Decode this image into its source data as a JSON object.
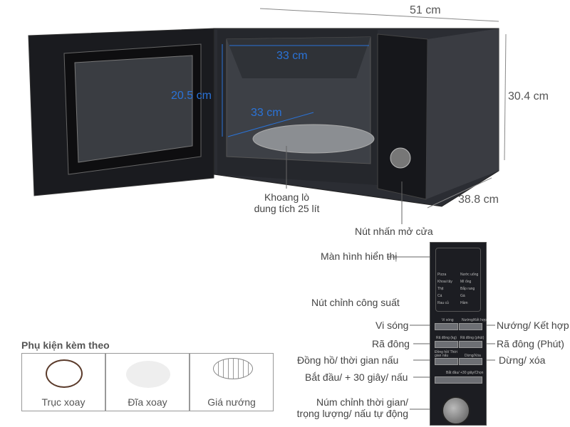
{
  "dimensions": {
    "width": "51 cm",
    "height": "30.4 cm",
    "depth": "38.8 cm",
    "cavity_width": "33 cm",
    "cavity_depth": "33 cm",
    "cavity_height": "20.5 cm"
  },
  "callouts": {
    "cavity": [
      "Khoang lò",
      "dung tích 25 lít"
    ],
    "door_button": "Nút nhấn mở cửa",
    "display": "Màn hình hiển thị",
    "power_knob": "Nút chỉnh công suất",
    "microwave": "Vi sóng",
    "grill_combo": "Nướng/ Kết hợp",
    "defrost": "Rã đông",
    "defrost_min": "Rã đông (Phút)",
    "clock_time": "Đồng hồ/ thời gian nấu",
    "stop_clear": "Dừng/ xóa",
    "start": "Bắt đầu/ + 30 giây/ nấu",
    "dial": [
      "Núm chỉnh thời gian/",
      "trọng lượng/ nấu tự động"
    ]
  },
  "panel": {
    "menu": [
      "Pizza",
      "Nước uống",
      "Khoai tây",
      "Mì ống",
      "Thịt",
      "Bắp rang",
      "Cá",
      "Gà",
      "Rau củ",
      "Hầm"
    ],
    "buttons": [
      "Vi sóng",
      "Nướng/Kết hợp",
      "Rã đông (kg)",
      "Rã đông (phút)",
      "Đồng hồ/ Thời gian nấu",
      "Dừng/Xóa",
      "Bắt đầu/ +30 giây/Chọn"
    ]
  },
  "accessories": {
    "title": "Phụ kiện kèm theo",
    "items": [
      "Trục xoay",
      "Đĩa xoay",
      "Giá nướng"
    ]
  },
  "colors": {
    "accent": "#2a73d8"
  }
}
